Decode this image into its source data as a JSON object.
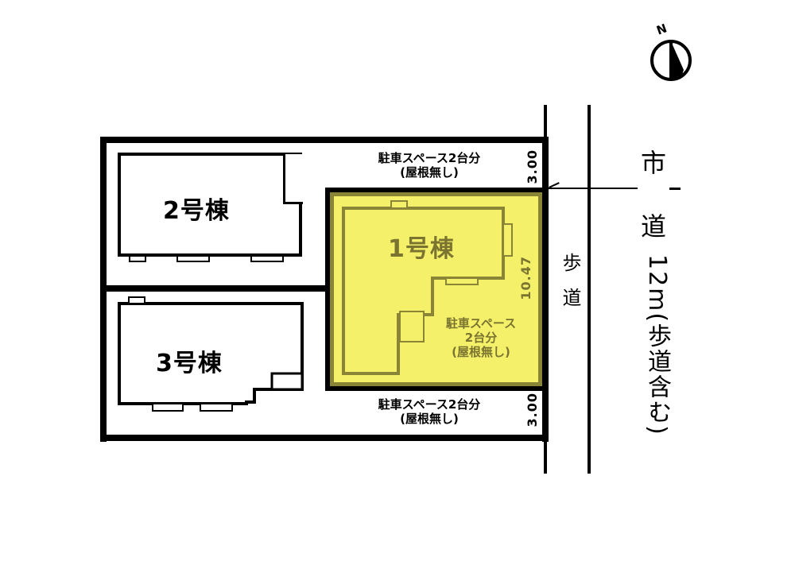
{
  "north_arrow": {
    "label": "N",
    "icon": "north-arrow-icon"
  },
  "site": {
    "buildings": [
      {
        "id": "1",
        "label": "1号棟",
        "highlighted": true
      },
      {
        "id": "2",
        "label": "2号棟",
        "highlighted": false
      },
      {
        "id": "3",
        "label": "3号棟",
        "highlighted": false
      }
    ],
    "parking_top": {
      "line1": "駐車スペース2台分",
      "line2": "(屋根無し)",
      "width": "3.00"
    },
    "parking_lot1": {
      "line1": "駐車スペース",
      "line2": "2台分",
      "line3": "(屋根無し)",
      "depth": "10.47"
    },
    "parking_bottom": {
      "line1": "駐車スペース2台分",
      "line2": "(屋根無し)",
      "width": "3.00"
    }
  },
  "road": {
    "sidewalk_label": "歩道",
    "name_line1": "市",
    "name_line2": "道",
    "width_label": "12m(歩道含む)"
  },
  "colors": {
    "highlight_fill": "#f5f06a",
    "highlight_border": "#8a8437",
    "line": "#000000"
  }
}
